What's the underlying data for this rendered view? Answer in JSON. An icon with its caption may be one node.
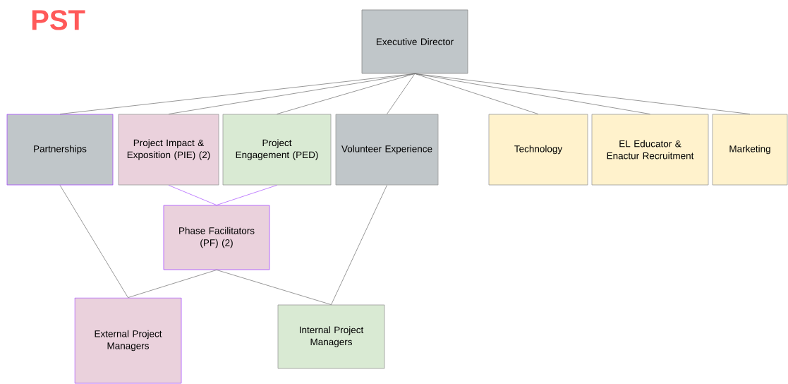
{
  "diagram": {
    "title": "PST",
    "nodes": [
      {
        "text": [
          "Executive Director"
        ]
      },
      {
        "text": [
          "Partnerships"
        ]
      },
      {
        "text": [
          "Project Impact & Exposition (PIE) (2)"
        ]
      },
      {
        "text": [
          "Project Engagement (PED)"
        ]
      },
      {
        "text": [
          "Volunteer Experience"
        ]
      },
      {
        "text": [
          "Technology"
        ]
      },
      {
        "text": [
          "EL Educator & Enactur Recruitment"
        ]
      },
      {
        "text": [
          "Marketing"
        ]
      },
      {
        "text": [
          "Phase Facilitators (PF) (2)"
        ]
      },
      {
        "text": [
          "External Project Managers"
        ]
      },
      {
        "text": [
          "Internal Project Managers"
        ]
      }
    ],
    "edges": [
      {
        "from": 0,
        "to": 1,
        "arrow": "none"
      },
      {
        "from": 0,
        "to": 2,
        "arrow": "none"
      },
      {
        "from": 0,
        "to": 3,
        "arrow": "none"
      },
      {
        "from": 0,
        "to": 4,
        "arrow": "none"
      },
      {
        "from": 0,
        "to": 5,
        "arrow": "none"
      },
      {
        "from": 0,
        "to": 6,
        "arrow": "none"
      },
      {
        "from": 0,
        "to": 7,
        "arrow": "none"
      },
      {
        "from": 2,
        "to": 8,
        "arrow": "none",
        "color": "#a64dff"
      },
      {
        "from": 3,
        "to": 8,
        "arrow": "none",
        "color": "#a64dff"
      },
      {
        "from": 1,
        "to": 9,
        "arrow": "none"
      },
      {
        "from": 8,
        "to": 9,
        "arrow": "none"
      },
      {
        "from": 8,
        "to": 10,
        "arrow": "none"
      },
      {
        "from": 4,
        "to": 10,
        "arrow": "none"
      }
    ]
  }
}
